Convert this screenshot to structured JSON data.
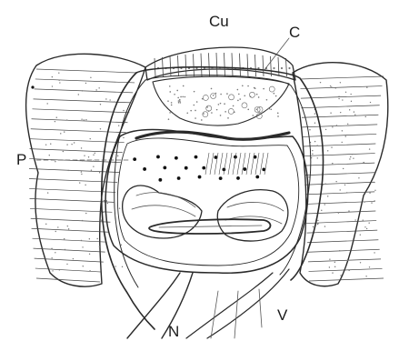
{
  "labels": {
    "cu": "Cu",
    "c": "C",
    "p": "P",
    "n": "N",
    "v": "V"
  }
}
